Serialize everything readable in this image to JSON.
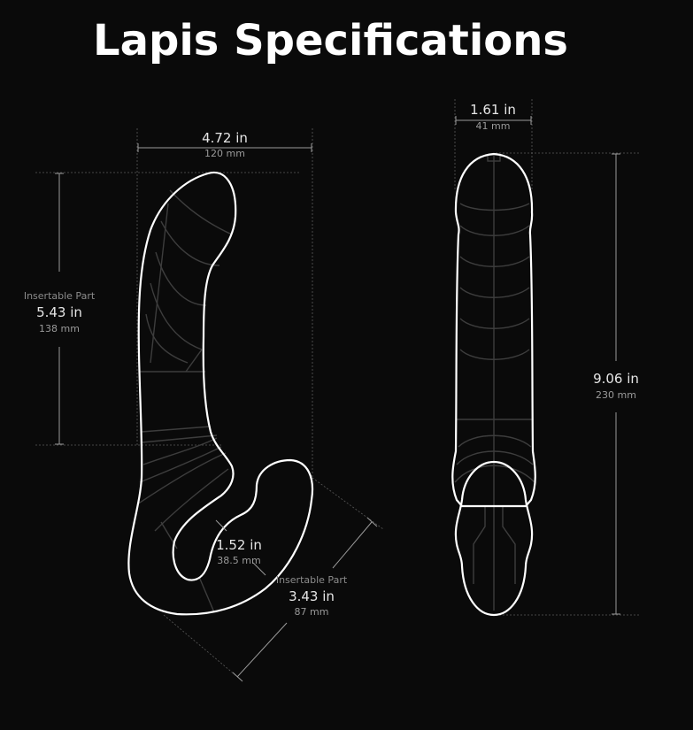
{
  "title": "Lapis Specifications",
  "dimensions": {
    "width": {
      "imperial": "4.72 in",
      "metric": "120 mm"
    },
    "insertable_left": {
      "caption": "Insertable Part",
      "imperial": "5.43 in",
      "metric": "138 mm"
    },
    "bulb_gap": {
      "imperial": "1.52 in",
      "metric": "38.5 mm"
    },
    "insertable_bulb": {
      "caption": "Insertable Part",
      "imperial": "3.43 in",
      "metric": "87 mm"
    },
    "front_width": {
      "imperial": "1.61 in",
      "metric": "41 mm"
    },
    "total_length": {
      "imperial": "9.06 in",
      "metric": "230 mm"
    }
  }
}
